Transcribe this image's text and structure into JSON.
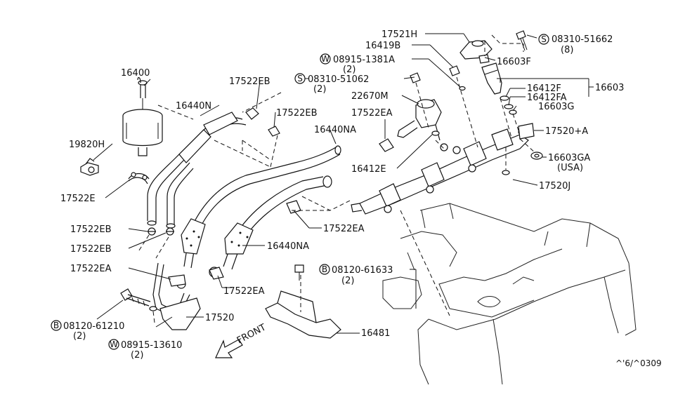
{
  "part_labels": {
    "p17521H": "17521H",
    "p16419B": "16419B",
    "p08915_1381A": "08915-1381A",
    "p08915_1381A_qty": "(2)",
    "p08310_51662": "08310-51662",
    "p08310_51662_qty": "(8)",
    "p16603F": "16603F",
    "p16400": "16400",
    "p17522EB_a": "17522EB",
    "p08310_51062": "08310-51062",
    "p08310_51062_qty": "(2)",
    "p16412F": "16412F",
    "p16412FA": "16412FA",
    "p16603": "16603",
    "p16603G": "16603G",
    "p16440N": "16440N",
    "p22670M": "22670M",
    "p17522EB_b": "17522EB",
    "p17522EA_a": "17522EA",
    "p16440NA_a": "16440NA",
    "p17520A": "17520+A",
    "p19820H": "19820H",
    "p16603GA": "16603GA",
    "p16603GA_note": "(USA)",
    "p16412E": "16412E",
    "p17520J": "17520J",
    "p17522E": "17522E",
    "p17522EA_b": "17522EA",
    "p17522EB_c": "17522EB",
    "p17522EB_d": "17522EB",
    "p16440NA_b": "16440NA",
    "p17522EA_c": "17522EA",
    "p08120_61633": "08120-61633",
    "p08120_61633_qty": "(2)",
    "p17522EA_d": "17522EA",
    "p17520": "17520",
    "p08120_61210": "08120-61210",
    "p08120_61210_qty": "(2)",
    "p16481": "16481",
    "p08915_13610": "08915-13610",
    "p08915_13610_qty": "(2)"
  },
  "prefix_symbols": {
    "S": "S",
    "W": "W",
    "B": "B"
  },
  "front_label": "FRONT",
  "diagram_code": "^'6/^0309"
}
